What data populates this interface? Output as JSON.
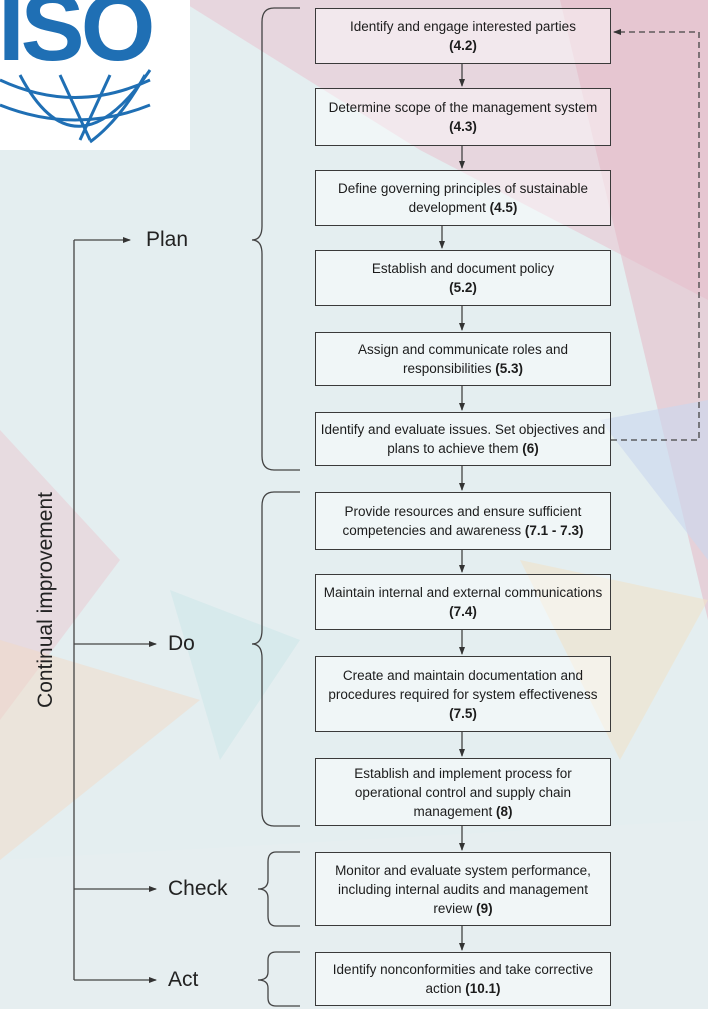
{
  "logo": {
    "text": "ISO",
    "color": "#1f6fb4"
  },
  "side_label": "Continual improvement",
  "phases": {
    "plan": "Plan",
    "do": "Do",
    "check": "Check",
    "act": "Act"
  },
  "steps": [
    {
      "text": "Identify and engage interested parties",
      "code": "(4.2)"
    },
    {
      "text": "Determine scope of the management system",
      "code": "(4.3)"
    },
    {
      "text": "Define governing principles of sustainable development",
      "code": "(4.5)"
    },
    {
      "text": "Establish and document policy",
      "code": "(5.2)"
    },
    {
      "text": "Assign and communicate roles and responsibilities",
      "code": "(5.3)"
    },
    {
      "text": "Identify and evaluate issues. Set objectives and plans to achieve them",
      "code": "(6)"
    },
    {
      "text": "Provide resources and ensure sufficient competencies and awareness",
      "code": "(7.1 - 7.3)"
    },
    {
      "text": "Maintain internal and external communications",
      "code": "(7.4)"
    },
    {
      "text": "Create and maintain documentation and procedures required for system effectiveness",
      "code": "(7.5)"
    },
    {
      "text": "Establish and implement process for operational control and supply chain management",
      "code": "(8)"
    },
    {
      "text": "Monitor and evaluate system performance, including internal audits and management review",
      "code": "(9)"
    },
    {
      "text": "Identify nonconformities and take corrective action",
      "code": "(10.1)"
    }
  ]
}
